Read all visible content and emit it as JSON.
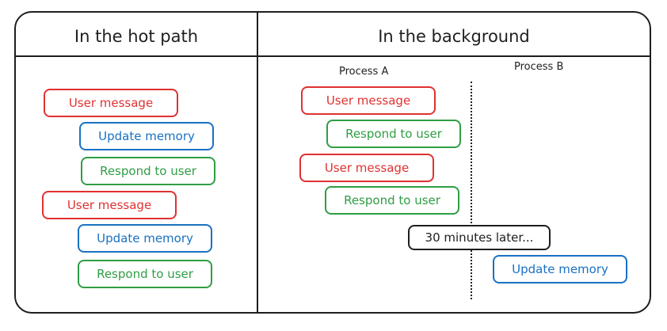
{
  "headers": {
    "left": "In the hot path",
    "right": "In the background"
  },
  "processes": {
    "a": "Process A",
    "b": "Process B"
  },
  "hot_path": [
    {
      "label": "User message",
      "color": "#e03131"
    },
    {
      "label": "Update memory",
      "color": "#1971c2"
    },
    {
      "label": "Respond to user",
      "color": "#2f9e44"
    },
    {
      "label": "User message",
      "color": "#e03131"
    },
    {
      "label": "Update memory",
      "color": "#1971c2"
    },
    {
      "label": "Respond to user",
      "color": "#2f9e44"
    }
  ],
  "background": {
    "process_a": [
      {
        "label": "User message",
        "color": "#e03131"
      },
      {
        "label": "Respond to user",
        "color": "#2f9e44"
      },
      {
        "label": "User message",
        "color": "#e03131"
      },
      {
        "label": "Respond to user",
        "color": "#2f9e44"
      }
    ],
    "delay_note": "30 minutes later...",
    "process_b": [
      {
        "label": "Update memory",
        "color": "#1971c2"
      }
    ]
  }
}
